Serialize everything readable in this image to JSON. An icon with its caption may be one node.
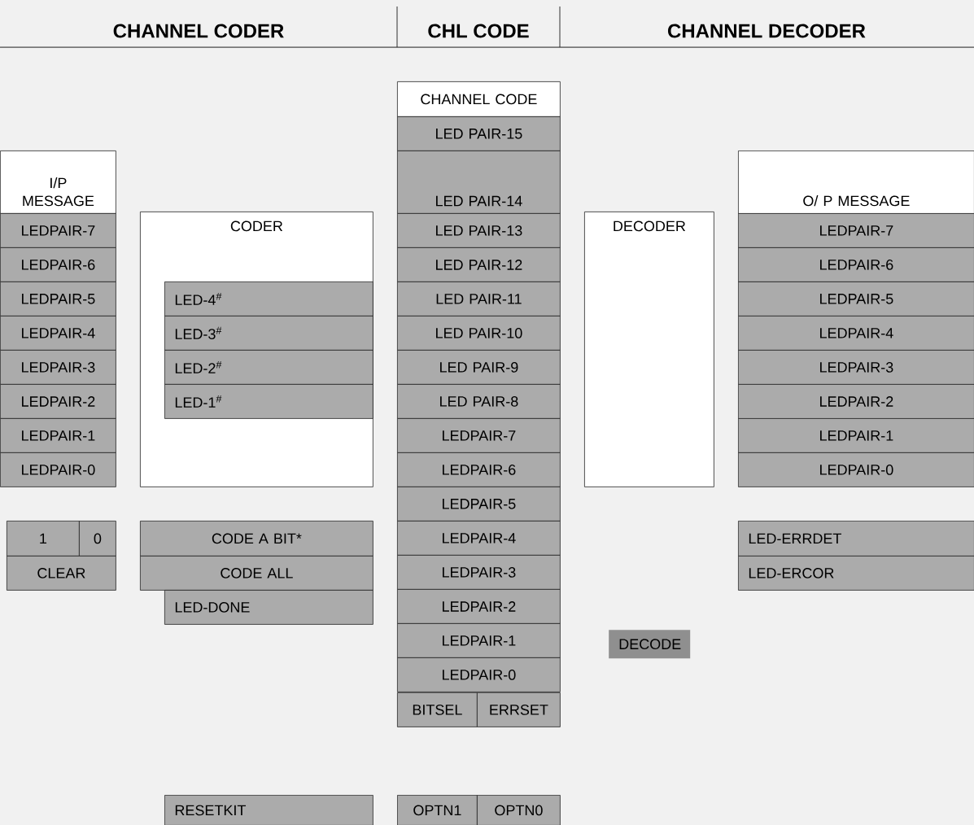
{
  "diagram": {
    "nodes": [
      {
        "text": [
          "I/P MESSAGE"
        ]
      },
      {
        "text": [
          "LEDPAIR-7"
        ]
      },
      {
        "text": [
          "LEDPAIR-6"
        ]
      },
      {
        "text": [
          "LEDPAIR-5"
        ]
      },
      {
        "text": [
          "LEDPAIR-4"
        ]
      },
      {
        "text": [
          "LEDPAIR-3"
        ]
      },
      {
        "text": [
          "LEDPAIR-2"
        ]
      },
      {
        "text": [
          "LEDPAIR-1"
        ]
      },
      {
        "text": [
          "LEDPAIR-0"
        ]
      },
      {
        "text": [
          "1"
        ]
      },
      {
        "text": [
          "0"
        ]
      },
      {
        "text": [
          "CLEAR"
        ]
      },
      {
        "text": [
          "CODER"
        ]
      },
      {
        "text": [
          "LED-4$^{#}$"
        ],
        "in": 12
      },
      {
        "text": [
          "LED-3$^{#}$"
        ],
        "in": 12
      },
      {
        "text": [
          "LED-2$^{#}$"
        ],
        "in": 12
      },
      {
        "text": [
          "LED-1$^{#}$"
        ],
        "in": 12
      },
      {
        "text": [
          "CODE A BIT*"
        ]
      },
      {
        "text": [
          "CODE ALL"
        ]
      },
      {
        "text": [
          "LED-DONE"
        ]
      },
      {
        "text": [
          "RESETKIT"
        ]
      },
      {
        "text": [
          "CHANNEL CODE"
        ]
      },
      {
        "text": [
          "LED PAIR-15"
        ]
      },
      {
        "text": [
          "LED PAIR-14"
        ]
      },
      {
        "text": [
          "LED PAIR-13"
        ]
      },
      {
        "text": [
          "LED PAIR-12"
        ]
      },
      {
        "text": [
          "LED PAIR-11"
        ]
      },
      {
        "text": [
          "LED PAIR-10"
        ]
      },
      {
        "text": [
          "LED PAIR-9"
        ]
      },
      {
        "text": [
          "LED PAIR-8"
        ]
      },
      {
        "text": [
          "LEDPAIR-7"
        ]
      },
      {
        "text": [
          "LEDPAIR-6"
        ]
      },
      {
        "text": [
          "LEDPAIR-5"
        ]
      },
      {
        "text": [
          "LEDPAIR-4"
        ]
      },
      {
        "text": [
          "LEDPAIR-3"
        ]
      },
      {
        "text": [
          "LEDPAIR-2"
        ]
      },
      {
        "text": [
          "LEDPAIR-1"
        ]
      },
      {
        "text": [
          "LEDPAIR-0"
        ]
      },
      {
        "text": [
          "BITSEL"
        ]
      },
      {
        "text": [
          "ERRSET"
        ]
      },
      {
        "text": [
          "OPTN1"
        ]
      },
      {
        "text": [
          "OPTN0"
        ]
      },
      {
        "text": [
          "DECODER"
        ]
      },
      {
        "text": [
          "DECODE"
        ]
      },
      {
        "text": [
          "O/ P MESSAGE"
        ]
      },
      {
        "text": [
          "LEDPAIR-7"
        ]
      },
      {
        "text": [
          "LEDPAIR-6"
        ]
      },
      {
        "text": [
          "LEDPAIR-5"
        ]
      },
      {
        "text": [
          "LEDPAIR-4"
        ]
      },
      {
        "text": [
          "LEDPAIR-3"
        ]
      },
      {
        "text": [
          "LEDPAIR-2"
        ]
      },
      {
        "text": [
          "LEDPAIR-1"
        ]
      },
      {
        "text": [
          "LEDPAIR-0"
        ]
      },
      {
        "text": [
          "LED-ERRDET"
        ]
      },
      {
        "text": [
          "LED-ERCOR"
        ]
      }
    ],
    "labels": [
      "CHANNEL CODER",
      "CHL CODE",
      "CHANNEL DECODER"
    ]
  }
}
